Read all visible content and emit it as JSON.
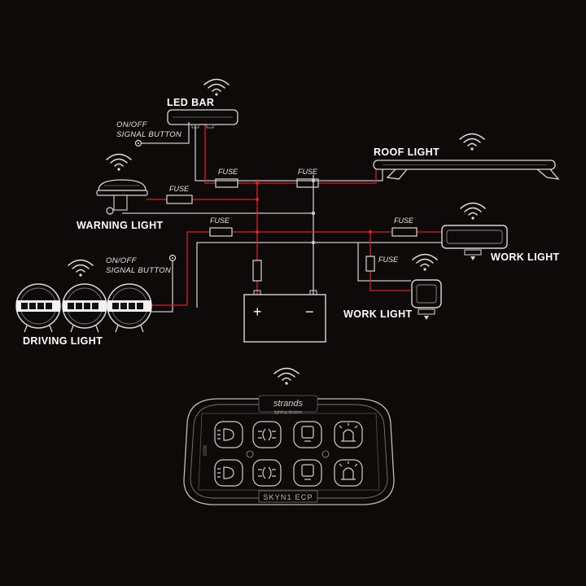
{
  "labels": {
    "led_bar": "LED BAR",
    "roof_light": "ROOF LIGHT",
    "warning_light": "WARNING LIGHT",
    "work_light_right": "WORK LIGHT",
    "work_light_bottom": "WORK LIGHT",
    "driving_light": "DRIVING LIGHT",
    "signal_top_line1": "ON/OFF",
    "signal_top_line2": "SIGNAL BUTTON",
    "signal_mid_line1": "ON/OFF",
    "signal_mid_line2": "SIGNAL BUTTON"
  },
  "fuses": [
    "FUSE",
    "FUSE",
    "FUSE",
    "FUSE",
    "FUSE",
    "FUSE"
  ],
  "battery": {
    "plus": "+",
    "minus": "−"
  },
  "controller": {
    "brand": "strands",
    "sub": "lighting division",
    "model": "SKYN1 ECP",
    "side": "0000"
  },
  "colors": {
    "background": "#0d0a09",
    "wire": "#c9c9c9",
    "power": "#d9202a",
    "text": "#ffffff"
  }
}
